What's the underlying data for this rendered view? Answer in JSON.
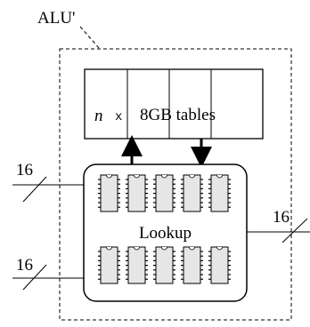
{
  "title": "ALU'",
  "table_box": {
    "n_label": "n",
    "times_label": "x",
    "tables_label": "8GB tables"
  },
  "lookup_label": "Lookup",
  "bus_labels": {
    "input_top": "16",
    "input_bottom": "16",
    "output": "16"
  },
  "chip_rows": [
    {
      "count": 5
    },
    {
      "count": 5
    }
  ]
}
